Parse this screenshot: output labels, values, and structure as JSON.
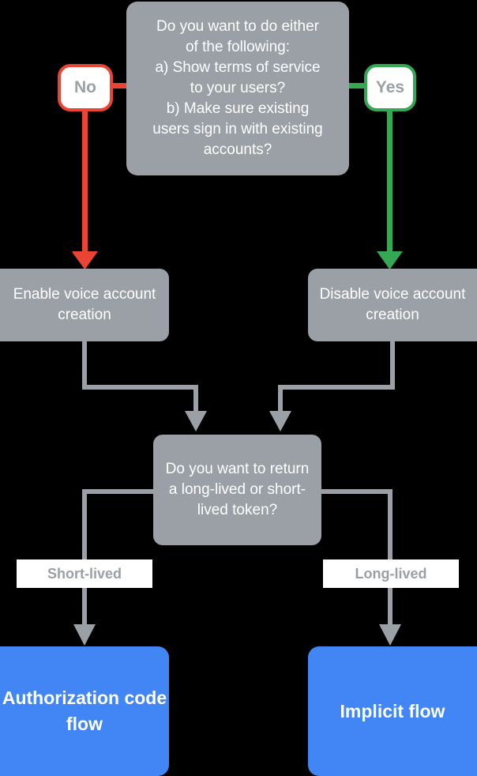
{
  "diagram": {
    "title": "Voice account creation and token flow decision chart",
    "background": "#000000",
    "colors": {
      "gray_node": "#9aa0a6",
      "blue_node": "#4285f4",
      "no_border": "#ea4435",
      "yes_border": "#34a853",
      "connector": "#9aa0a6",
      "label_text": "#9aa0a6",
      "node_text": "#ffffff"
    }
  },
  "nodes": {
    "decision_top": {
      "lines": [
        "Do you want to do either",
        "of the following:",
        "a) Show terms of service",
        "to your users?",
        "b) Make sure existing",
        "users sign in with existing",
        "accounts?"
      ],
      "type": "decision"
    },
    "pill_no": {
      "label": "No",
      "type": "choice",
      "border_color": "#ea4435"
    },
    "pill_yes": {
      "label": "Yes",
      "type": "choice",
      "border_color": "#34a853"
    },
    "box_enable": {
      "lines": [
        "Enable voice",
        "account creation"
      ],
      "type": "process"
    },
    "box_disable": {
      "lines": [
        "Disable voice",
        "account creation"
      ],
      "type": "process"
    },
    "decision_mid": {
      "lines": [
        "Do you want to",
        "return a long-lived",
        "or short-lived",
        "token?"
      ],
      "type": "decision"
    },
    "box_auth": {
      "lines": [
        "Authorization",
        "code flow"
      ],
      "type": "terminal"
    },
    "box_implicit": {
      "lines": [
        "Implicit",
        "flow"
      ],
      "type": "terminal"
    }
  },
  "edge_labels": {
    "short_lived": "Short-lived",
    "long_lived": "Long-lived"
  },
  "edges": [
    {
      "from": "decision_top",
      "to": "pill_no",
      "color": "#ea4435",
      "label": ""
    },
    {
      "from": "decision_top",
      "to": "pill_yes",
      "color": "#34a853",
      "label": ""
    },
    {
      "from": "pill_no",
      "to": "box_enable",
      "color": "#ea4435",
      "label": ""
    },
    {
      "from": "pill_yes",
      "to": "box_disable",
      "color": "#34a853",
      "label": ""
    },
    {
      "from": "box_enable",
      "to": "decision_mid",
      "color": "#9aa0a6",
      "label": ""
    },
    {
      "from": "box_disable",
      "to": "decision_mid",
      "color": "#9aa0a6",
      "label": ""
    },
    {
      "from": "decision_mid",
      "to": "box_auth",
      "color": "#9aa0a6",
      "label": "Short-lived"
    },
    {
      "from": "decision_mid",
      "to": "box_implicit",
      "color": "#9aa0a6",
      "label": "Long-lived"
    }
  ]
}
